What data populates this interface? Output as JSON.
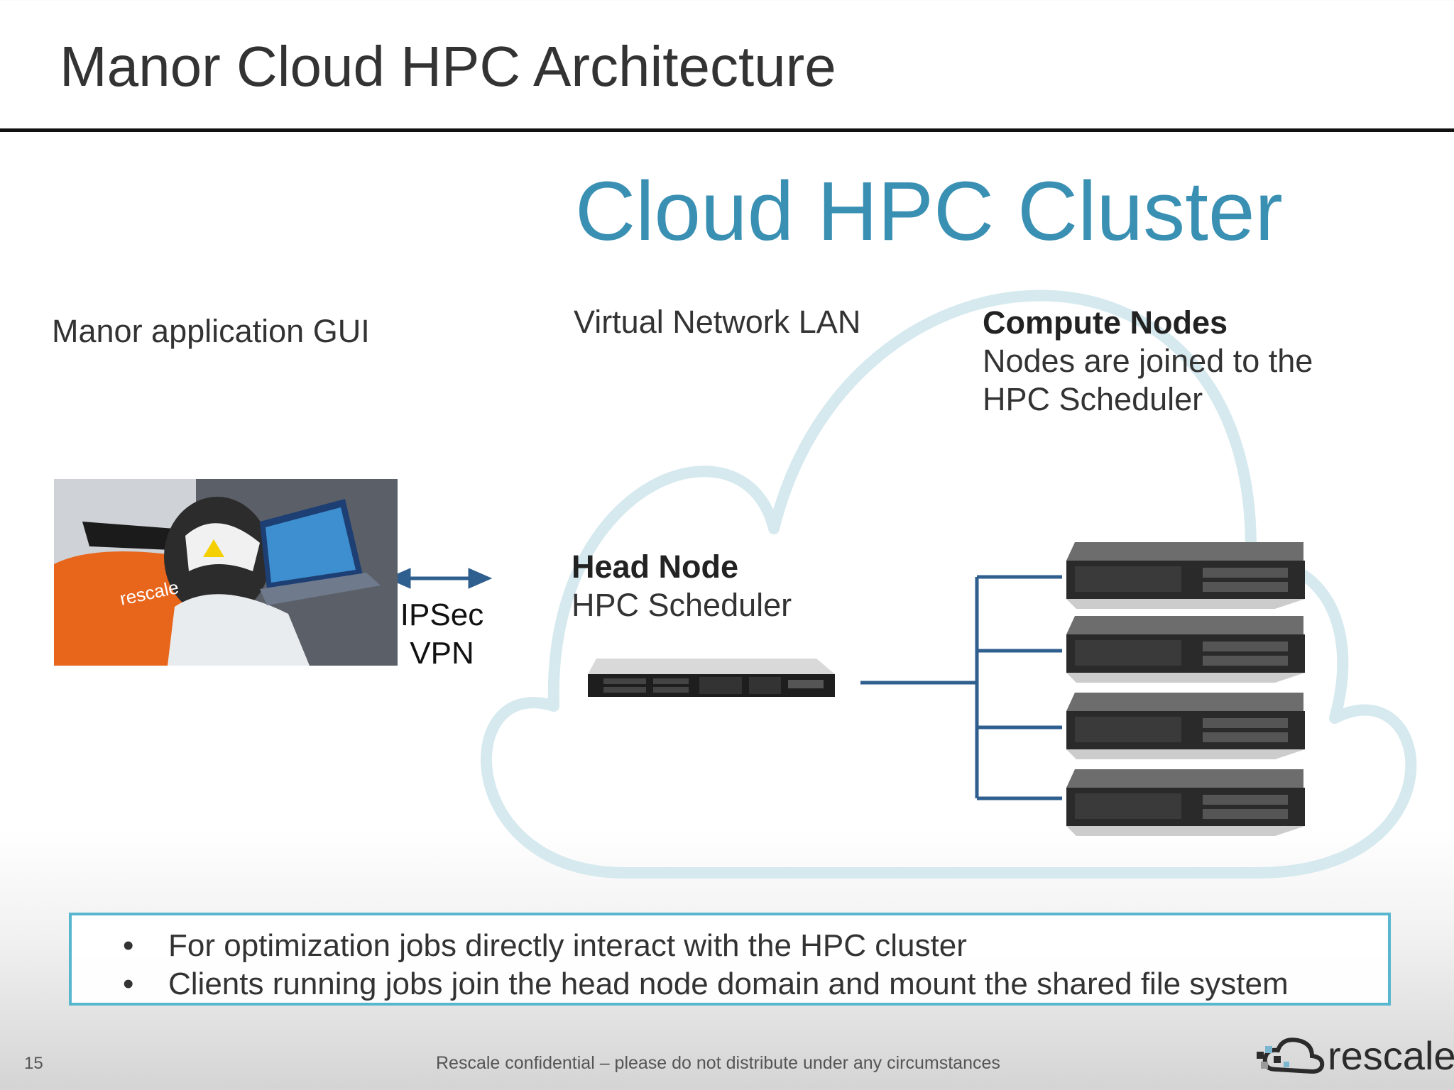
{
  "slide": {
    "title": "Manor Cloud HPC Architecture",
    "page_number": "15",
    "footer_note": "Rescale confidential – please do not distribute under any circumstances",
    "logo_text": "rescale"
  },
  "diagram": {
    "cloud_heading": "Cloud HPC Cluster",
    "gui_label": "Manor application GUI",
    "lan_label": "Virtual Network LAN",
    "compute_title": "Compute Nodes",
    "compute_desc_line1": "Nodes are joined to the",
    "compute_desc_line2": "HPC Scheduler",
    "head_title": "Head Node",
    "head_desc": "HPC Scheduler",
    "vpn_line1": "IPSec",
    "vpn_line2": "VPN",
    "photo_logo_text": "rescale",
    "compute_node_count": 4
  },
  "bullets": [
    "For optimization jobs directly interact with the HPC cluster",
    "Clients running jobs join the head node domain and mount the shared file system"
  ],
  "colors": {
    "accent_blue": "#3a90b3",
    "cloud_outline": "#d5e9ef",
    "connector": "#2f5f8f",
    "box_border": "#58b6cf"
  }
}
